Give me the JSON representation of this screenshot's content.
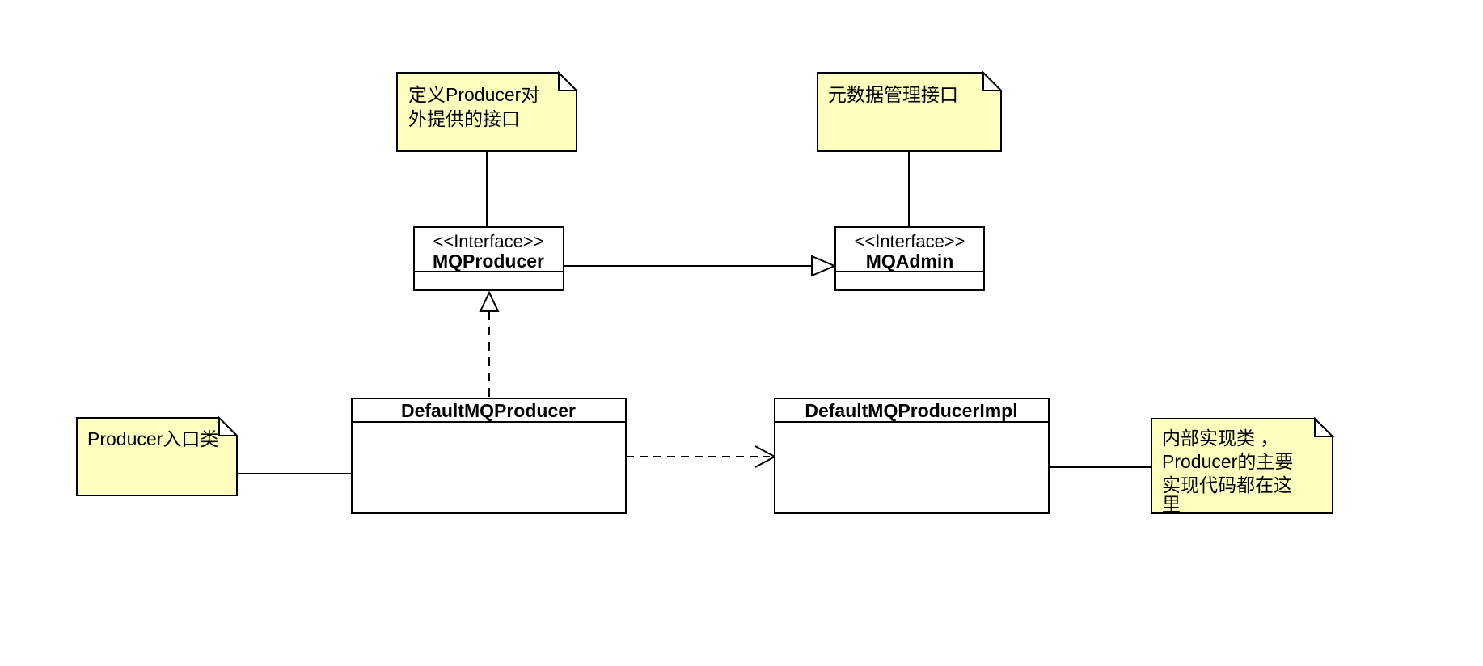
{
  "diagram": {
    "title": "RocketMQ Producer class diagram",
    "colors": {
      "note_fill": "#FDFDBE",
      "stroke": "#000000",
      "box_fill": "#FFFFFF",
      "background": "#FFFFFF"
    },
    "notes": [
      {
        "id": "producer-interface-definition",
        "lines": [
          "定义Producer对",
          "外提供的接口"
        ]
      },
      {
        "id": "metadata-management",
        "lines": [
          "元数据管理接口"
        ]
      },
      {
        "id": "producer-entry",
        "lines": [
          "Producer入口类"
        ]
      },
      {
        "id": "internal-implementation",
        "lines": [
          "内部实现类 ，",
          "Producer的主要",
          "实现代码都在这",
          "里"
        ]
      }
    ],
    "interfaces": [
      {
        "stereotype": "<<Interface>>",
        "name": "MQProducer"
      },
      {
        "stereotype": "<<Interface>>",
        "name": "MQAdmin"
      }
    ],
    "classes": [
      {
        "name": "DefaultMQProducer"
      },
      {
        "name": "DefaultMQProducerImpl"
      }
    ]
  }
}
